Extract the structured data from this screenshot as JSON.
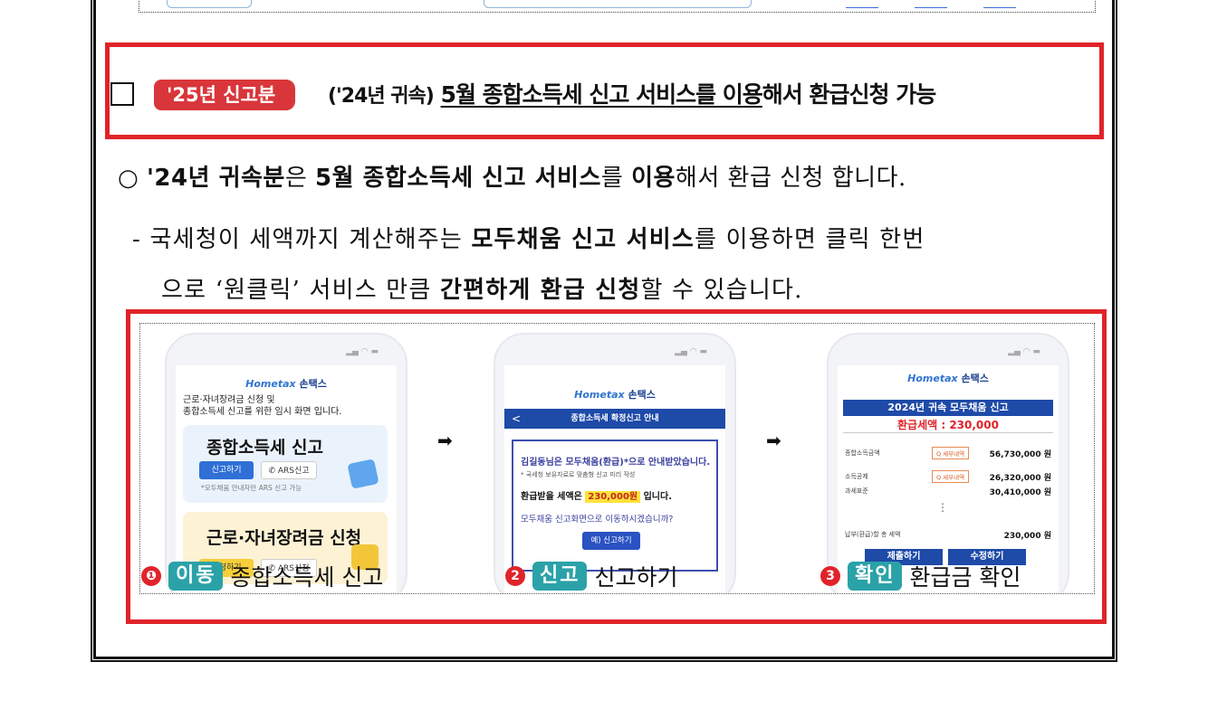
{
  "heading": {
    "tag": "'25년 신고분",
    "paren": "('24년 귀속)",
    "underlined": "5월 종합소득세 신고 서비스를 이용",
    "tail": "해서 환급신청 가능"
  },
  "para1": {
    "bullet": "○",
    "b1": "'24년 귀속분",
    "t1": "은",
    "b2": "5월 종합소득세 신고 서비스",
    "t2": "를",
    "b3": "이용",
    "t3": "해서 환급 신청 합니다."
  },
  "para2": {
    "dash": "-",
    "t1": "국세청이 세액까지 계산해주는",
    "b1": "모두채움 신고 서비스",
    "t2": "를 이용하면 클릭 한번",
    "t3": "으로 ‘원클릭’ 서비스 만큼",
    "b2": "간편하게 환급 신청",
    "t4": "할 수 있습니다."
  },
  "phone1": {
    "logo_h": "Hometax",
    "logo": "손택스",
    "intro_line1": "근로·자녀장려금 신청 및",
    "intro_line2": "종합소득세 신고를 위한 임시 화면 입니다.",
    "card1_title": "종합소득세 신고",
    "card1_btn": "신고하기",
    "card1_ars": "ARS신고",
    "card1_note": "*모두채움 안내자만 ARS 신고 가능",
    "card2_title": "근로·자녀장려금 신청",
    "card2_btn": "신청하기",
    "card2_ars": "ARS신청"
  },
  "phone2": {
    "logo_h": "Hometax",
    "logo": "손택스",
    "back": "<",
    "bar": "종합소득세 확정신고 안내",
    "t1": "김길동님은 모두채움(환급)*으로 안내받았습니다.",
    "t2": "* 국세청 보유자료로 맞춤형 신고 미리 작성",
    "t3_pre": "환급받을 세액은",
    "t3_amt": "230,000원",
    "t3_post": "입니다.",
    "t4": "모두채움 신고화면으로 이동하시겠습니까?",
    "go": "예) 신고하기"
  },
  "phone3": {
    "logo_h": "Hometax",
    "logo": "손택스",
    "band": "2024년 귀속 모두채움 신고",
    "refund": "환급세액 : 230,000",
    "rows": [
      {
        "label": "종합소득금액",
        "chip": "Q 세부내역",
        "value": "56,730,000 원"
      },
      {
        "label": "소득공제",
        "chip": "Q 세부내역",
        "value": "26,320,000 원"
      },
      {
        "label": "과세표준",
        "chip": "",
        "value": "30,410,000 원"
      },
      {
        "label": "납부(환급)할 총 세액",
        "chip": "",
        "value": "230,000 원"
      }
    ],
    "dots": "⋮",
    "submit": "제출하기",
    "edit": "수정하기"
  },
  "arrows": [
    "➡",
    "➡"
  ],
  "steps": [
    {
      "num": "❶",
      "pill": "이동",
      "text": "종합소득세 신고"
    },
    {
      "num": "2",
      "pill": "신고",
      "text": "신고하기"
    },
    {
      "num": "3",
      "pill": "확인",
      "text": "환급금 확인"
    }
  ]
}
